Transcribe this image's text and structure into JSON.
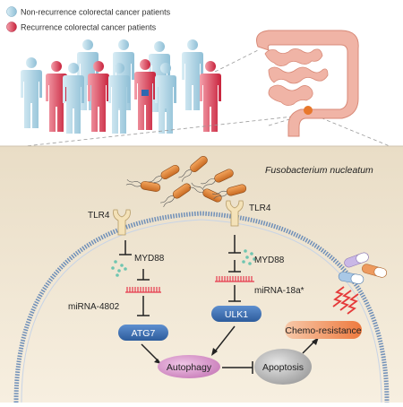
{
  "legend": {
    "non_recurrence": "Non-recurrence colorectal cancer patients",
    "recurrence": "Recurrence colorectal cancer patients"
  },
  "labels": {
    "bacterium": "Fusobacterium nucleatum",
    "tlr4_left": "TLR4",
    "tlr4_right": "TLR4",
    "myd88_left": "MYD88",
    "myd88_right": "MYD88",
    "mirna_left": "miRNA-4802",
    "mirna_right": "miRNA-18a*",
    "atg7": "ATG7",
    "ulk1": "ULK1",
    "autophagy": "Autophagy",
    "apoptosis": "Apoptosis",
    "chemo_resistance": "Chemo-resistance"
  },
  "colors": {
    "non_recurrence": "#a9d1e3",
    "recurrence": "#d9384e",
    "protein": "#3d6fb0",
    "bacterium": "#e0873a",
    "cell_bg": "#f1e6d3",
    "autophagy": "#d79acb",
    "apoptosis": "#b3b3b3",
    "chemo": "#f08a54",
    "mirna": "#e5394c",
    "dots": "#6fc5b0"
  },
  "icons": [
    "person-icon",
    "colon-icon",
    "tumor-icon",
    "receptor-icon",
    "bacterium-icon",
    "pill-icon",
    "lightning-icon"
  ]
}
